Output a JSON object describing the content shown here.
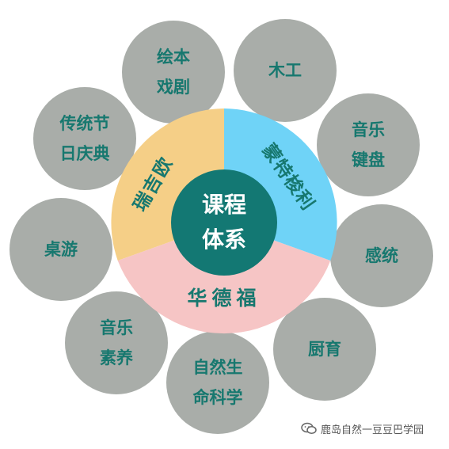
{
  "colors": {
    "outer_circle": "#a9ada9",
    "outer_text": "#17786f",
    "core": "#137873",
    "ruijiou_segment": "#f5cf87",
    "montessori_segment": "#6fd3f7",
    "waldorf_segment": "#f6c5c5"
  },
  "center": {
    "line1": "课程",
    "line2": "体系"
  },
  "segments": {
    "ruijiou": "瑞吉欧",
    "montessori": "蒙特梭利",
    "waldorf": "华德福"
  },
  "courses": [
    "绘本\n戏剧",
    "木工",
    "音乐\n键盘",
    "感统",
    "厨育",
    "自然生\n命科学",
    "音乐\n素养",
    "桌游",
    "传统节\n日庆典"
  ],
  "watermark": {
    "icon": "wechat-icon",
    "text": "鹿岛自然一豆豆巴学园"
  }
}
